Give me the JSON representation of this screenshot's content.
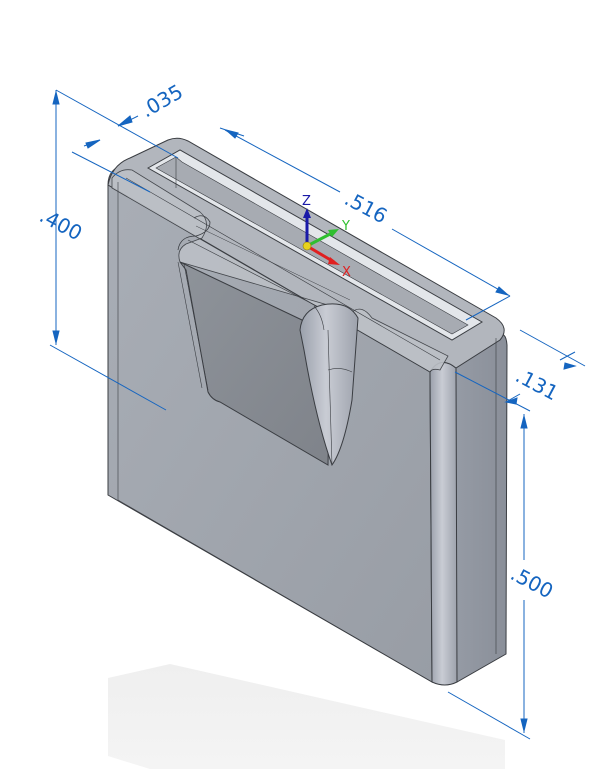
{
  "viewport": {
    "background": "#ffffff",
    "shadow_color": "#f1f1f1"
  },
  "model": {
    "body_color": "#a4a9b1",
    "front_face_color": "#9ea3ab",
    "side_face_color": "#8e939c",
    "top_face_color": "#b4b8be",
    "recess_color": "#878b92",
    "edge_color": "#3a3d42"
  },
  "dimensions": {
    "color": "#1565c0",
    "items": [
      {
        "id": "wall-thickness",
        "value": ".035"
      },
      {
        "id": "height-left",
        "value": ".400"
      },
      {
        "id": "length",
        "value": ".516"
      },
      {
        "id": "depth",
        "value": ".131"
      },
      {
        "id": "height-right",
        "value": ".500"
      }
    ]
  },
  "triad": {
    "z": {
      "label": "Z",
      "color": "#1a1aa8"
    },
    "y": {
      "label": "Y",
      "color": "#2fbf2f"
    },
    "x": {
      "label": "X",
      "color": "#e02020"
    },
    "origin_color": "#e8d21c"
  }
}
